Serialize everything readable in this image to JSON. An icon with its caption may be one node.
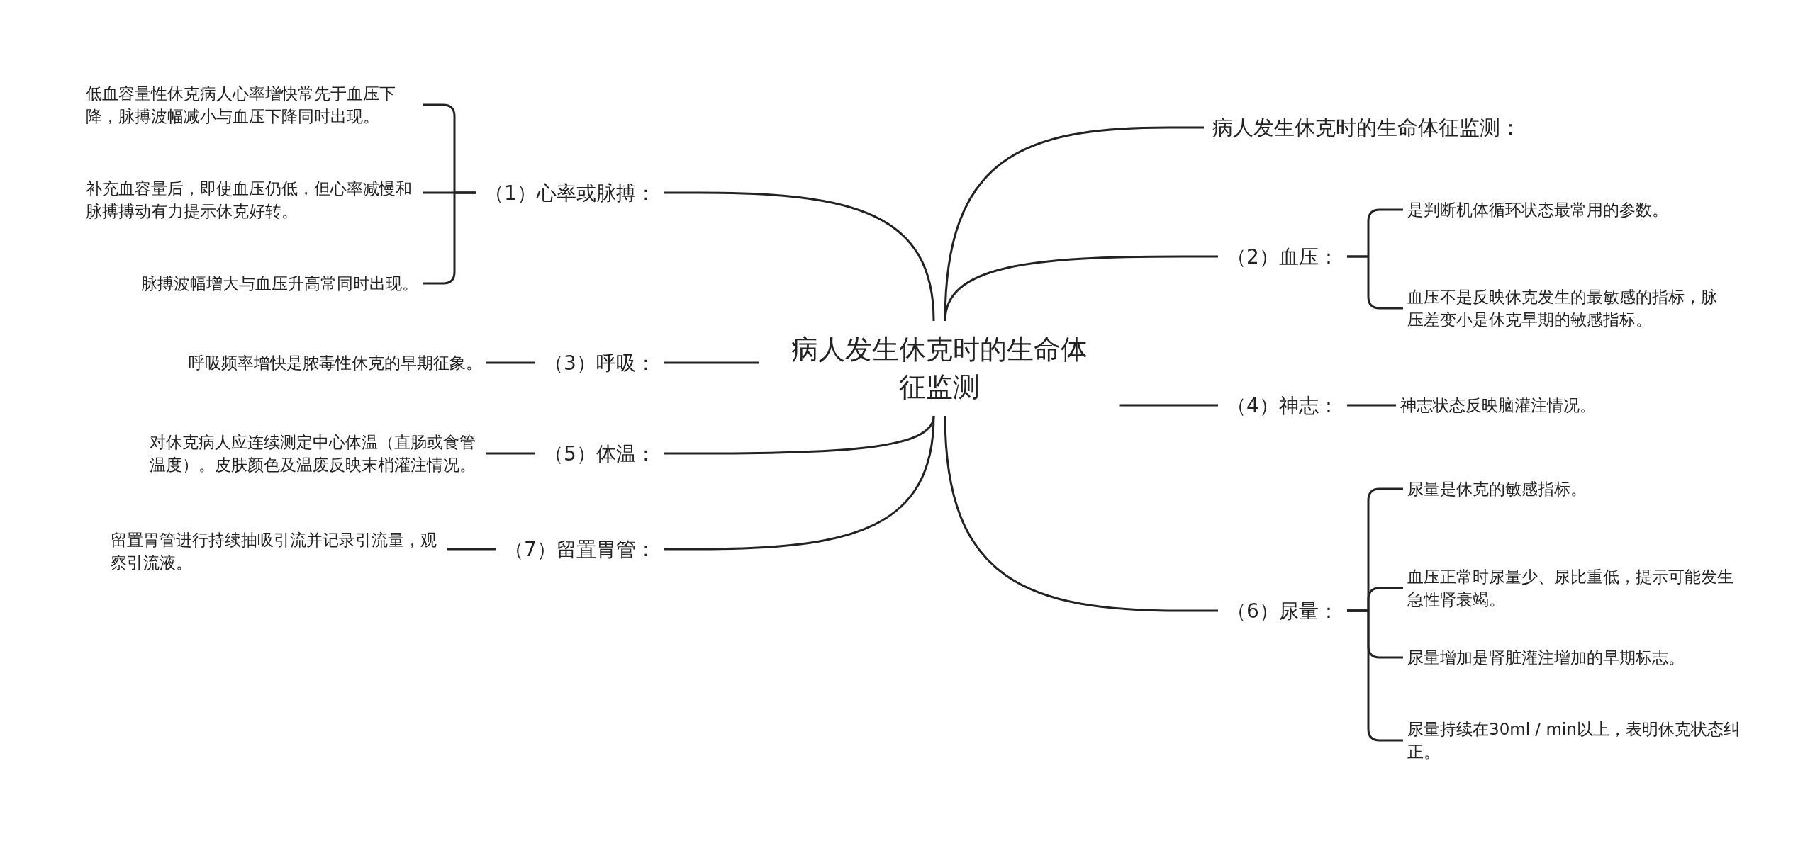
{
  "diagram": {
    "nodes": [
      {
        "text": [
          "病人发生休克时的生命体征监测"
        ]
      },
      {
        "text": [
          "（1）心率或脉搏："
        ]
      },
      {
        "text": [
          "低血容量性休克病人心率增快常先于血压下降，脉搏波幅减小与血压下降同时出现。"
        ]
      },
      {
        "text": [
          "补充血容量后，即使血压仍低，但心率减慢和脉搏搏动有力提示休克好转。"
        ]
      },
      {
        "text": [
          "脉搏波幅增大与血压升高常同时出现。"
        ]
      },
      {
        "text": [
          "病人发生休克时的生命体征监测："
        ]
      },
      {
        "text": [
          "（2）血压："
        ]
      },
      {
        "text": [
          "是判断机体循环状态最常用的参数。"
        ]
      },
      {
        "text": [
          "血压不是反映休克发生的最敏感的指标，脉压差变小是休克早期的敏感指标。"
        ]
      },
      {
        "text": [
          "（3）呼吸："
        ]
      },
      {
        "text": [
          "呼吸频率增快是脓毒性休克的早期征象。"
        ]
      },
      {
        "text": [
          "（4）神志："
        ]
      },
      {
        "text": [
          "神志状态反映脑灌注情况。"
        ]
      },
      {
        "text": [
          "（5）体温："
        ]
      },
      {
        "text": [
          "对休克病人应连续测定中心体温（直肠或食管温度）。皮肤颜色及温废反映末梢灌注情况。"
        ]
      },
      {
        "text": [
          "（6）尿量："
        ]
      },
      {
        "text": [
          "尿量是休克的敏感指标。"
        ]
      },
      {
        "text": [
          "血压正常时尿量少、尿比重低，提示可能发生急性肾衰竭。"
        ]
      },
      {
        "text": [
          "尿量增加是肾脏灌注增加的早期标志。"
        ]
      },
      {
        "text": [
          "尿量持续在30ml / min以上，表明休克状态纠正。"
        ]
      },
      {
        "text": [
          "（7）留置胃管："
        ]
      },
      {
        "text": [
          "留置胃管进行持续抽吸引流并记录引流量，观察引流液。"
        ]
      }
    ],
    "edges": [
      {
        "from": 0,
        "to": 1,
        "arrow": "none"
      },
      {
        "from": 0,
        "to": 5,
        "arrow": "none"
      },
      {
        "from": 0,
        "to": 6,
        "arrow": "none"
      },
      {
        "from": 0,
        "to": 9,
        "arrow": "none"
      },
      {
        "from": 0,
        "to": 11,
        "arrow": "none"
      },
      {
        "from": 0,
        "to": 13,
        "arrow": "none"
      },
      {
        "from": 0,
        "to": 15,
        "arrow": "none"
      },
      {
        "from": 0,
        "to": 20,
        "arrow": "none"
      },
      {
        "from": 1,
        "to": 2,
        "arrow": "none"
      },
      {
        "from": 1,
        "to": 3,
        "arrow": "none"
      },
      {
        "from": 1,
        "to": 4,
        "arrow": "none"
      },
      {
        "from": 6,
        "to": 7,
        "arrow": "none"
      },
      {
        "from": 6,
        "to": 8,
        "arrow": "none"
      },
      {
        "from": 9,
        "to": 10,
        "arrow": "none"
      },
      {
        "from": 11,
        "to": 12,
        "arrow": "none"
      },
      {
        "from": 13,
        "to": 14,
        "arrow": "none"
      },
      {
        "from": 15,
        "to": 16,
        "arrow": "none"
      },
      {
        "from": 15,
        "to": 17,
        "arrow": "none"
      },
      {
        "from": 15,
        "to": 18,
        "arrow": "none"
      },
      {
        "from": 15,
        "to": 19,
        "arrow": "none"
      },
      {
        "from": 20,
        "to": 21,
        "arrow": "none"
      }
    ]
  }
}
